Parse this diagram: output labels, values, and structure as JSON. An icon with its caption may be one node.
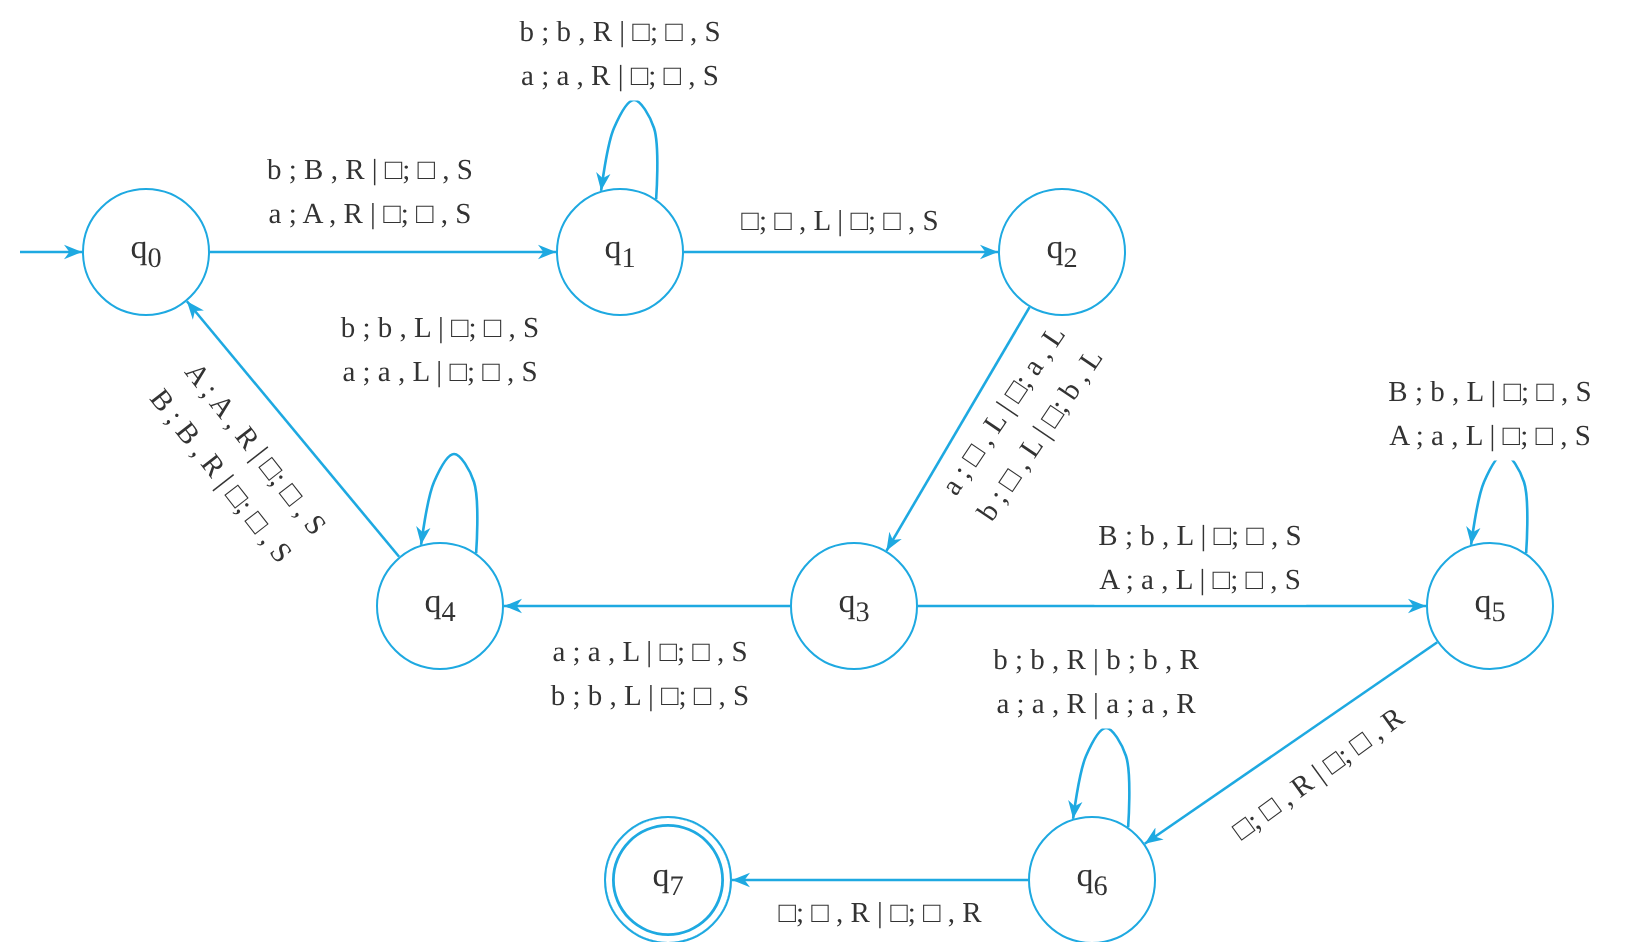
{
  "diagram": {
    "nodes": [
      {
        "text": [
          "q$_{0}$"
        ]
      },
      {
        "text": [
          "q$_{1}$"
        ]
      },
      {
        "text": [
          "q$_{2}$"
        ]
      },
      {
        "text": [
          "q$_{3}$"
        ]
      },
      {
        "text": [
          "q$_{4}$"
        ]
      },
      {
        "text": [
          "q$_{5}$"
        ]
      },
      {
        "text": [
          "q$_{6}$"
        ]
      },
      {
        "text": [
          "q$_{7}$"
        ]
      }
    ],
    "edges": [
      {
        "from": null,
        "to": 0,
        "arrow": "to"
      },
      {
        "from": 0,
        "to": 1,
        "arrow": "to",
        "label": "b ; B , R | □; □ , S a ; A , R | □; □ , S"
      },
      {
        "from": 1,
        "to": 1,
        "arrow": "to",
        "label": "b ; b , R | □; □ , S a ; a , R | □; □ , S"
      },
      {
        "from": 1,
        "to": 2,
        "arrow": "to",
        "label": "□; □ , L | □; □ , S"
      },
      {
        "from": 2,
        "to": 3,
        "arrow": "to",
        "label": "a ; □ , L | □; a , L b ; □ , L | □; b , L"
      },
      {
        "from": 3,
        "to": 4,
        "arrow": "to",
        "label": "a ; a , L | □; □ , S b ; b , L | □; □ , S"
      },
      {
        "from": 4,
        "to": 4,
        "arrow": "to",
        "label": "b ; b , L | □; □ , S a ; a , L | □; □ , S"
      },
      {
        "from": 4,
        "to": 0,
        "arrow": "to",
        "label": "A ; A , R | □; □ , S B ; B , R | □; □ , S"
      },
      {
        "from": 3,
        "to": 5,
        "arrow": "to",
        "label": "B ; b , L | □; □ , S A ; a , L | □; □ , S"
      },
      {
        "from": 5,
        "to": 5,
        "arrow": "to",
        "label": "B ; b , L | □; □ , S A ; a , L | □; □ , S"
      },
      {
        "from": 6,
        "to": 6,
        "arrow": "to",
        "label": "b ; b , R | b ; b , R a ; a , R | a ; a , R"
      },
      {
        "from": 5,
        "to": 6,
        "arrow": "to",
        "label": "□; □ , R | □; □ , R"
      },
      {
        "from": 6,
        "to": 7,
        "arrow": "to",
        "label": "□; □ , R | □; □ , R"
      }
    ]
  }
}
